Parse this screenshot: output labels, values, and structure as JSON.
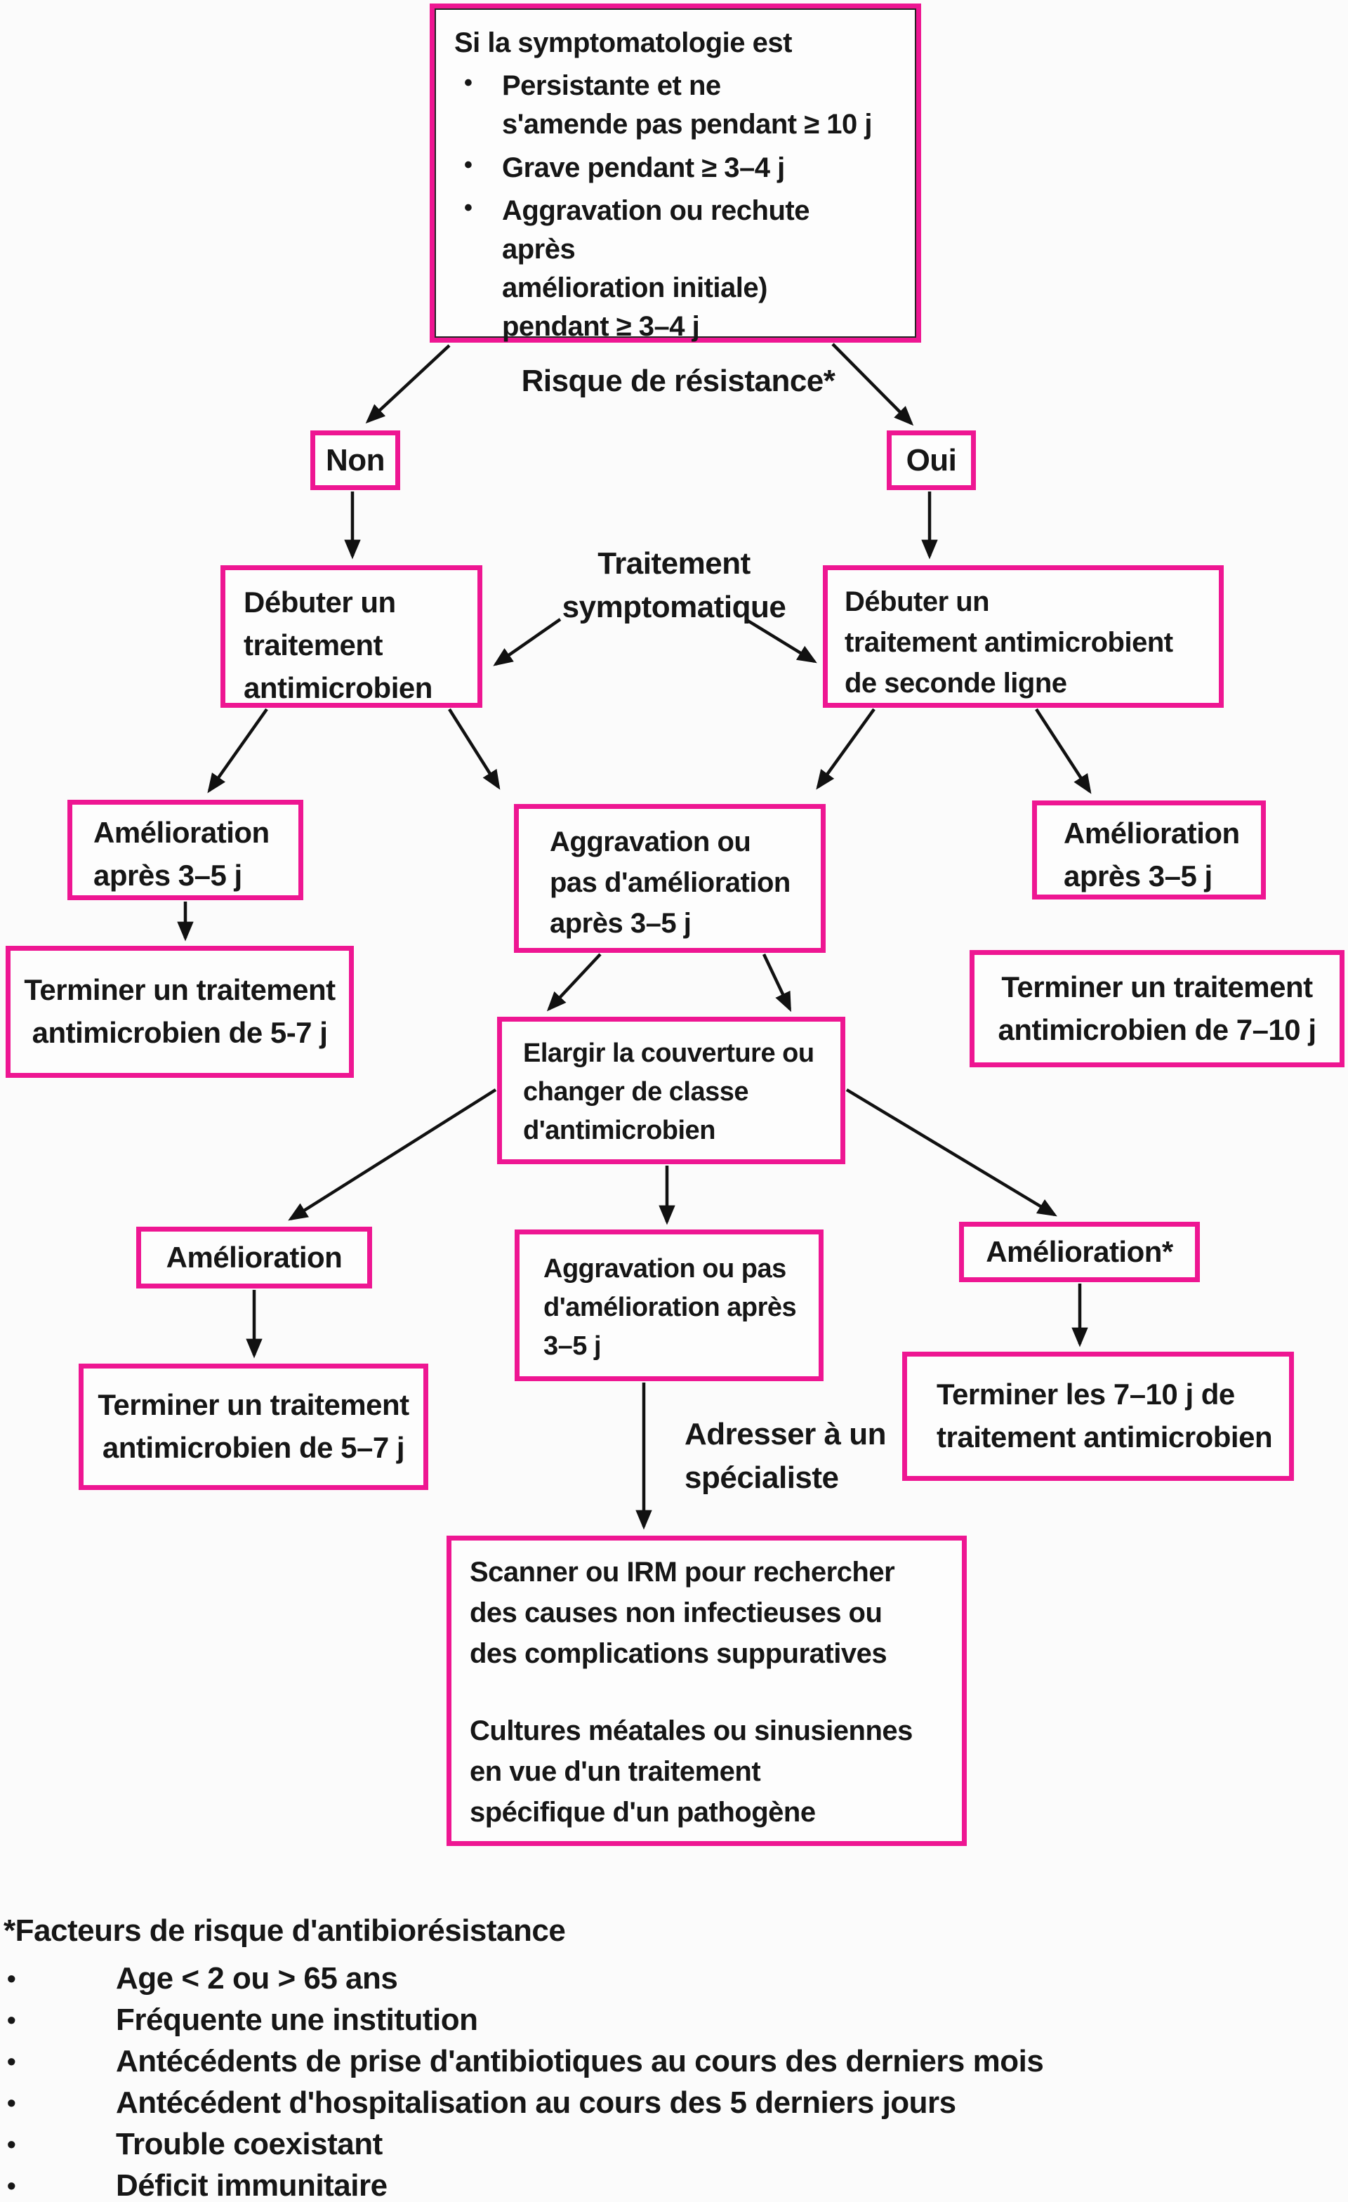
{
  "diagram": {
    "accent_color": "#ee1692",
    "text_color": "#161616",
    "background_color": "#fbfbfb",
    "bullet_char": "•"
  },
  "nodes": {
    "symptomatology": {
      "title": "Si la symptomatologie est",
      "bullets": [
        "Persistante et ne\ns'amende pas pendant ≥ 10 j",
        "Grave pendant ≥ 3–4 j",
        "Aggravation ou rechute\naprès\namélioration initiale)\npendant ≥ 3–4 j"
      ]
    },
    "non": "Non",
    "oui": "Oui",
    "debuter_gauche": "Débuter un\ntraitement\n antimicrobien",
    "debuter_droite": "Débuter un\ntraitement antimicrobient\nde seconde ligne",
    "amelioration_35_gauche": "Amélioration\naprès 3–5 j",
    "aggravation_35": "Aggravation ou\npas d'amélioration\naprès 3–5 j",
    "amelioration_35_droite": "Amélioration\naprès 3–5 j",
    "terminer_57_haut": "Terminer un traitement\nantimicrobien de 5-7 j",
    "terminer_710_droite": "Terminer un  traitement\nantimicrobien de  7–10 j",
    "elargir": "Elargir la couverture ou\nchanger de classe\nd'antimicrobien",
    "amelioration_seule": "Amélioration",
    "aggravation_35_bis": "Aggravation ou pas\nd'amélioration après\n3–5 j",
    "amelioration_etoile": "Amélioration*",
    "terminer_57_bas": "Terminer un  traitement\nantimicrobien de  5–7 j",
    "terminer_les_710": "Terminer les 7–10 j de\ntraitement antimicrobien",
    "scanner_cultures": {
      "p1": "Scanner ou IRM pour rechercher\n des causes non infectieuses ou\ndes complications suppuratives",
      "p2": "Cultures méatales ou sinusiennes\nen vue d'un traitement\nspécifique d'un pathogène"
    }
  },
  "labels": {
    "risque": "Risque de résistance*",
    "traitement_symptomatique": "Traitement\nsymptomatique",
    "adresser": "Adresser à un\nspécialiste"
  },
  "footnote": {
    "header": "*Facteurs de risque d'antibiorésistance",
    "items": [
      "Age < 2 ou > 65 ans",
      "Fréquente une institution",
      "Antécédents de prise d'antibiotiques au cours des derniers mois",
      "Antécédent d'hospitalisation au cours des 5 derniers jours",
      "Trouble coexistant",
      "Déficit immunitaire"
    ]
  },
  "arrows": [
    [
      640,
      492,
      524,
      600
    ],
    [
      1186,
      490,
      1298,
      603
    ],
    [
      502,
      700,
      502,
      792
    ],
    [
      1324,
      700,
      1324,
      792
    ],
    [
      798,
      882,
      706,
      946
    ],
    [
      1062,
      882,
      1160,
      942
    ],
    [
      380,
      1010,
      298,
      1126
    ],
    [
      640,
      1010,
      710,
      1121
    ],
    [
      1245,
      1010,
      1165,
      1121
    ],
    [
      1476,
      1010,
      1552,
      1127
    ],
    [
      264,
      1284,
      264,
      1336
    ],
    [
      855,
      1359,
      782,
      1437
    ],
    [
      1088,
      1359,
      1125,
      1437
    ],
    [
      706,
      1552,
      414,
      1736
    ],
    [
      950,
      1660,
      950,
      1740
    ],
    [
      1206,
      1552,
      1502,
      1730
    ],
    [
      362,
      1837,
      362,
      1930
    ],
    [
      1538,
      1828,
      1538,
      1914
    ],
    [
      917,
      1969,
      917,
      2174
    ]
  ]
}
